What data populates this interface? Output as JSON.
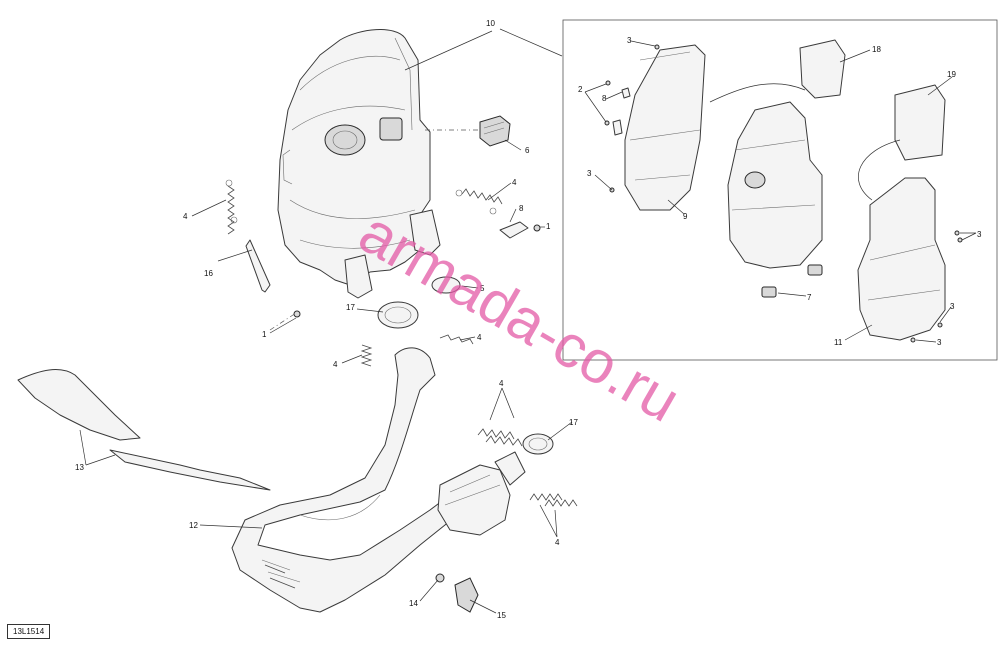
{
  "diagram_code": "13L1514",
  "watermark": "armada-co.ru",
  "callouts": {
    "c1a": "1",
    "c1b": "1",
    "c2": "2",
    "c3a": "3",
    "c3b": "3",
    "c3c": "3",
    "c3d": "3",
    "c3e": "3",
    "c4a": "4",
    "c4b": "4",
    "c4c": "4",
    "c4d": "4",
    "c4e": "4",
    "c4f": "4",
    "c5": "5",
    "c6": "6",
    "c7": "7",
    "c8a": "8",
    "c8b": "8",
    "c9": "9",
    "c10": "10",
    "c11": "11",
    "c12": "12",
    "c13": "13",
    "c14": "14",
    "c15": "15",
    "c16": "16",
    "c17a": "17",
    "c17b": "17",
    "c18": "18",
    "c19": "19"
  }
}
